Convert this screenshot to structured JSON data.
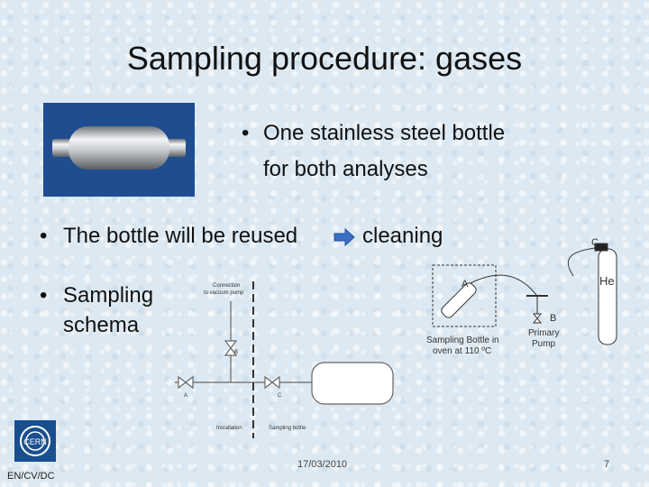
{
  "slide": {
    "title": "Sampling procedure: gases",
    "bullet1_line1": "One stainless steel bottle",
    "bullet1_line2": "for both analyses",
    "bullet2_text": "The bottle will be reused",
    "bullet2_result": "cleaning",
    "bullet3_line1": "Sampling",
    "bullet3_line2": "schema",
    "bullet_marker": "•"
  },
  "schema_left": {
    "connection_line1": "Connection",
    "connection_line2": "to vacuum pump",
    "valve_a": "A",
    "valve_b": "B",
    "valve_c": "C",
    "installation": "Installation",
    "sampling_bottle": "Sampling bottle"
  },
  "schema_right": {
    "valve_a": "A",
    "valve_b": "B",
    "valve_c": "C",
    "gas": "He",
    "bottle_line1": "Sampling Bottle in",
    "bottle_line2": "oven at 110 ºC",
    "pump_line1": "Primary",
    "pump_line2": "Pump"
  },
  "footer": {
    "org": "EN/CV/DC",
    "date": "17/03/2010",
    "page": "7"
  },
  "logo": {
    "text": "CERN"
  },
  "colors": {
    "arrow": "#3a6fc4",
    "photo_bg": "#1f4d8f"
  }
}
